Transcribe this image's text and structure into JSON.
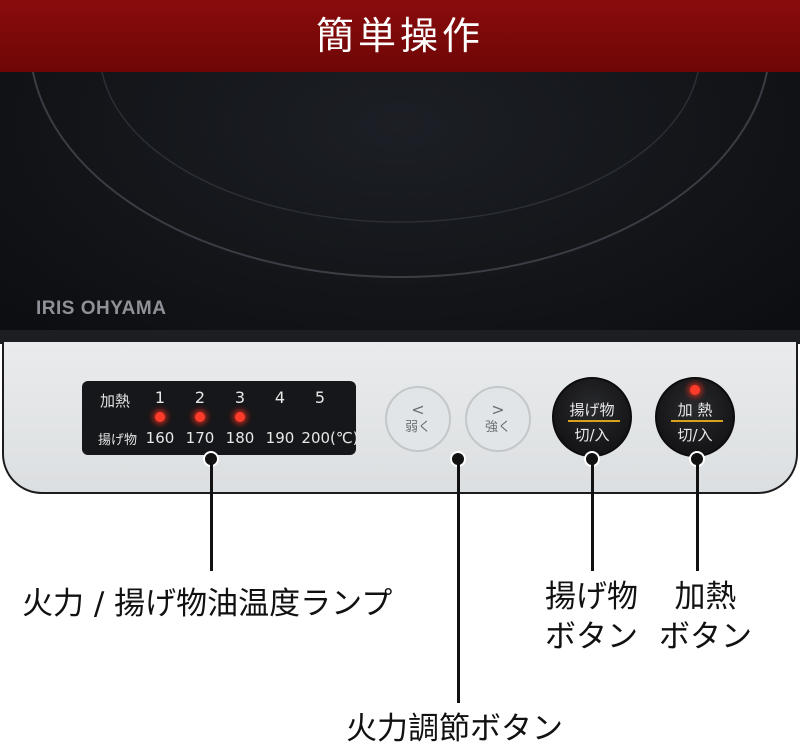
{
  "banner": {
    "title": "簡単操作"
  },
  "brand": {
    "logo": "IRIS OHYAMA"
  },
  "lamp_display": {
    "row1_label": "加熱",
    "row2_label": "揚げ物",
    "levels": [
      "1",
      "2",
      "3",
      "4",
      "5"
    ],
    "temps": [
      "160",
      "170",
      "180",
      "190",
      "200(℃)"
    ],
    "lit_count": 3
  },
  "buttons": {
    "weaker": {
      "arrow": "<",
      "label": "弱く"
    },
    "stronger": {
      "arrow": ">",
      "label": "強く"
    },
    "fry": {
      "top": "揚げ物",
      "bottom": "切/入"
    },
    "heat": {
      "top": "加 熱",
      "bottom": "切/入"
    }
  },
  "callouts": {
    "lamp": "火力 / 揚げ物油温度ランプ",
    "adjust": "火力調節ボタン",
    "fry_line1": "揚げ物",
    "fry_line2": "ボタン",
    "heat_line1": "加熱",
    "heat_line2": "ボタン"
  },
  "colors": {
    "banner": "#7a0a0a",
    "led": "#ff3b2a",
    "accent_bar": "#d8a21a"
  }
}
